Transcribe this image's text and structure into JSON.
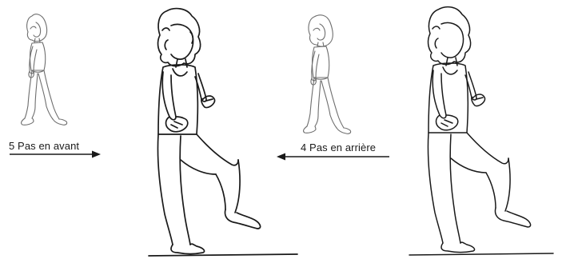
{
  "labels": {
    "forward": "5 Pas en avant",
    "backward": "4 Pas en arrière"
  },
  "arrows": {
    "forward": "right",
    "backward": "left"
  },
  "figures": [
    {
      "pose": "walking",
      "view": "side"
    },
    {
      "pose": "knee-raise",
      "view": "front"
    },
    {
      "pose": "walking",
      "view": "side"
    },
    {
      "pose": "knee-raise",
      "view": "front"
    }
  ]
}
